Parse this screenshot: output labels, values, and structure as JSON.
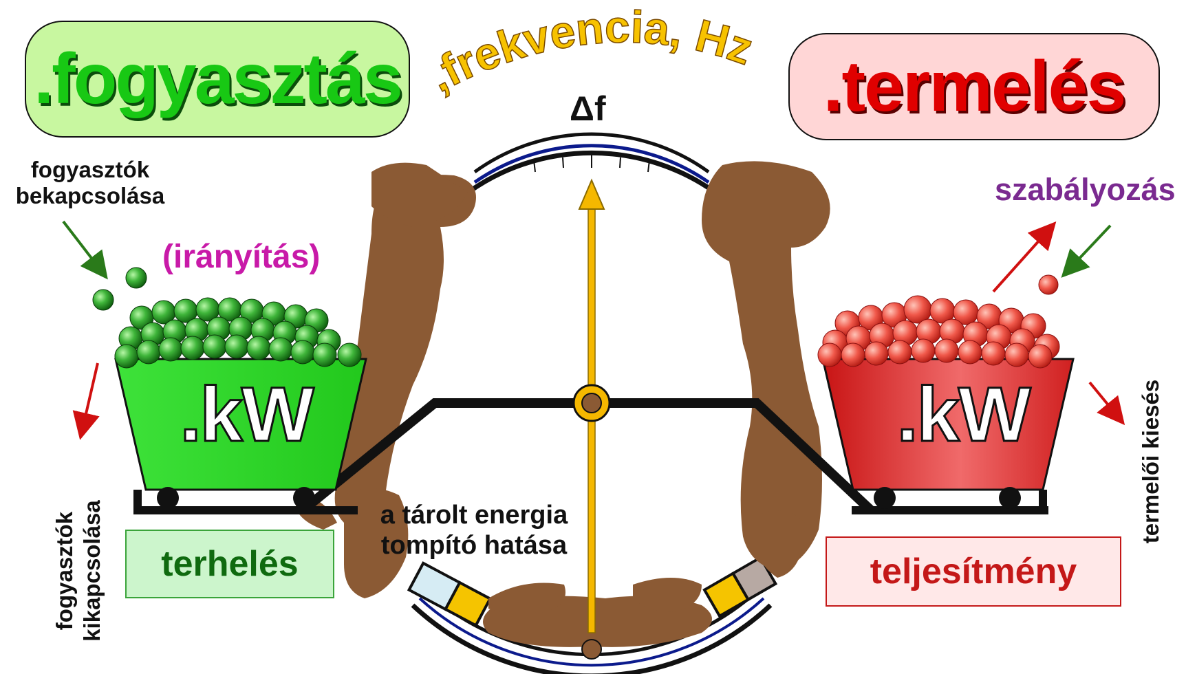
{
  "header": {
    "consumption_title": ".fogyasztás",
    "frequency_title": ",frekvencia, Hz",
    "production_title": ".termelés"
  },
  "gauge": {
    "delta_label": "Δf"
  },
  "left": {
    "switch_on": "fogyasztók\nbekapcsolása",
    "control": "(irányítás)",
    "switch_off": "fogyasztók\nkikapcsolása",
    "cart_unit": ".kW",
    "load_label": "terhelés"
  },
  "right": {
    "regulation": "szabályozás",
    "gen_loss": "termelői kiesés",
    "cart_unit": ".kW",
    "power_label": "teljesítmény"
  },
  "center": {
    "stored_energy": "a tárolt energia\ntompító hatása"
  },
  "colors": {
    "green_accent": "#1ec81e",
    "red_accent": "#e00000",
    "needle": "#f5b800",
    "hands": "#8b5a34",
    "scale_blue": "#0b1a8c"
  }
}
